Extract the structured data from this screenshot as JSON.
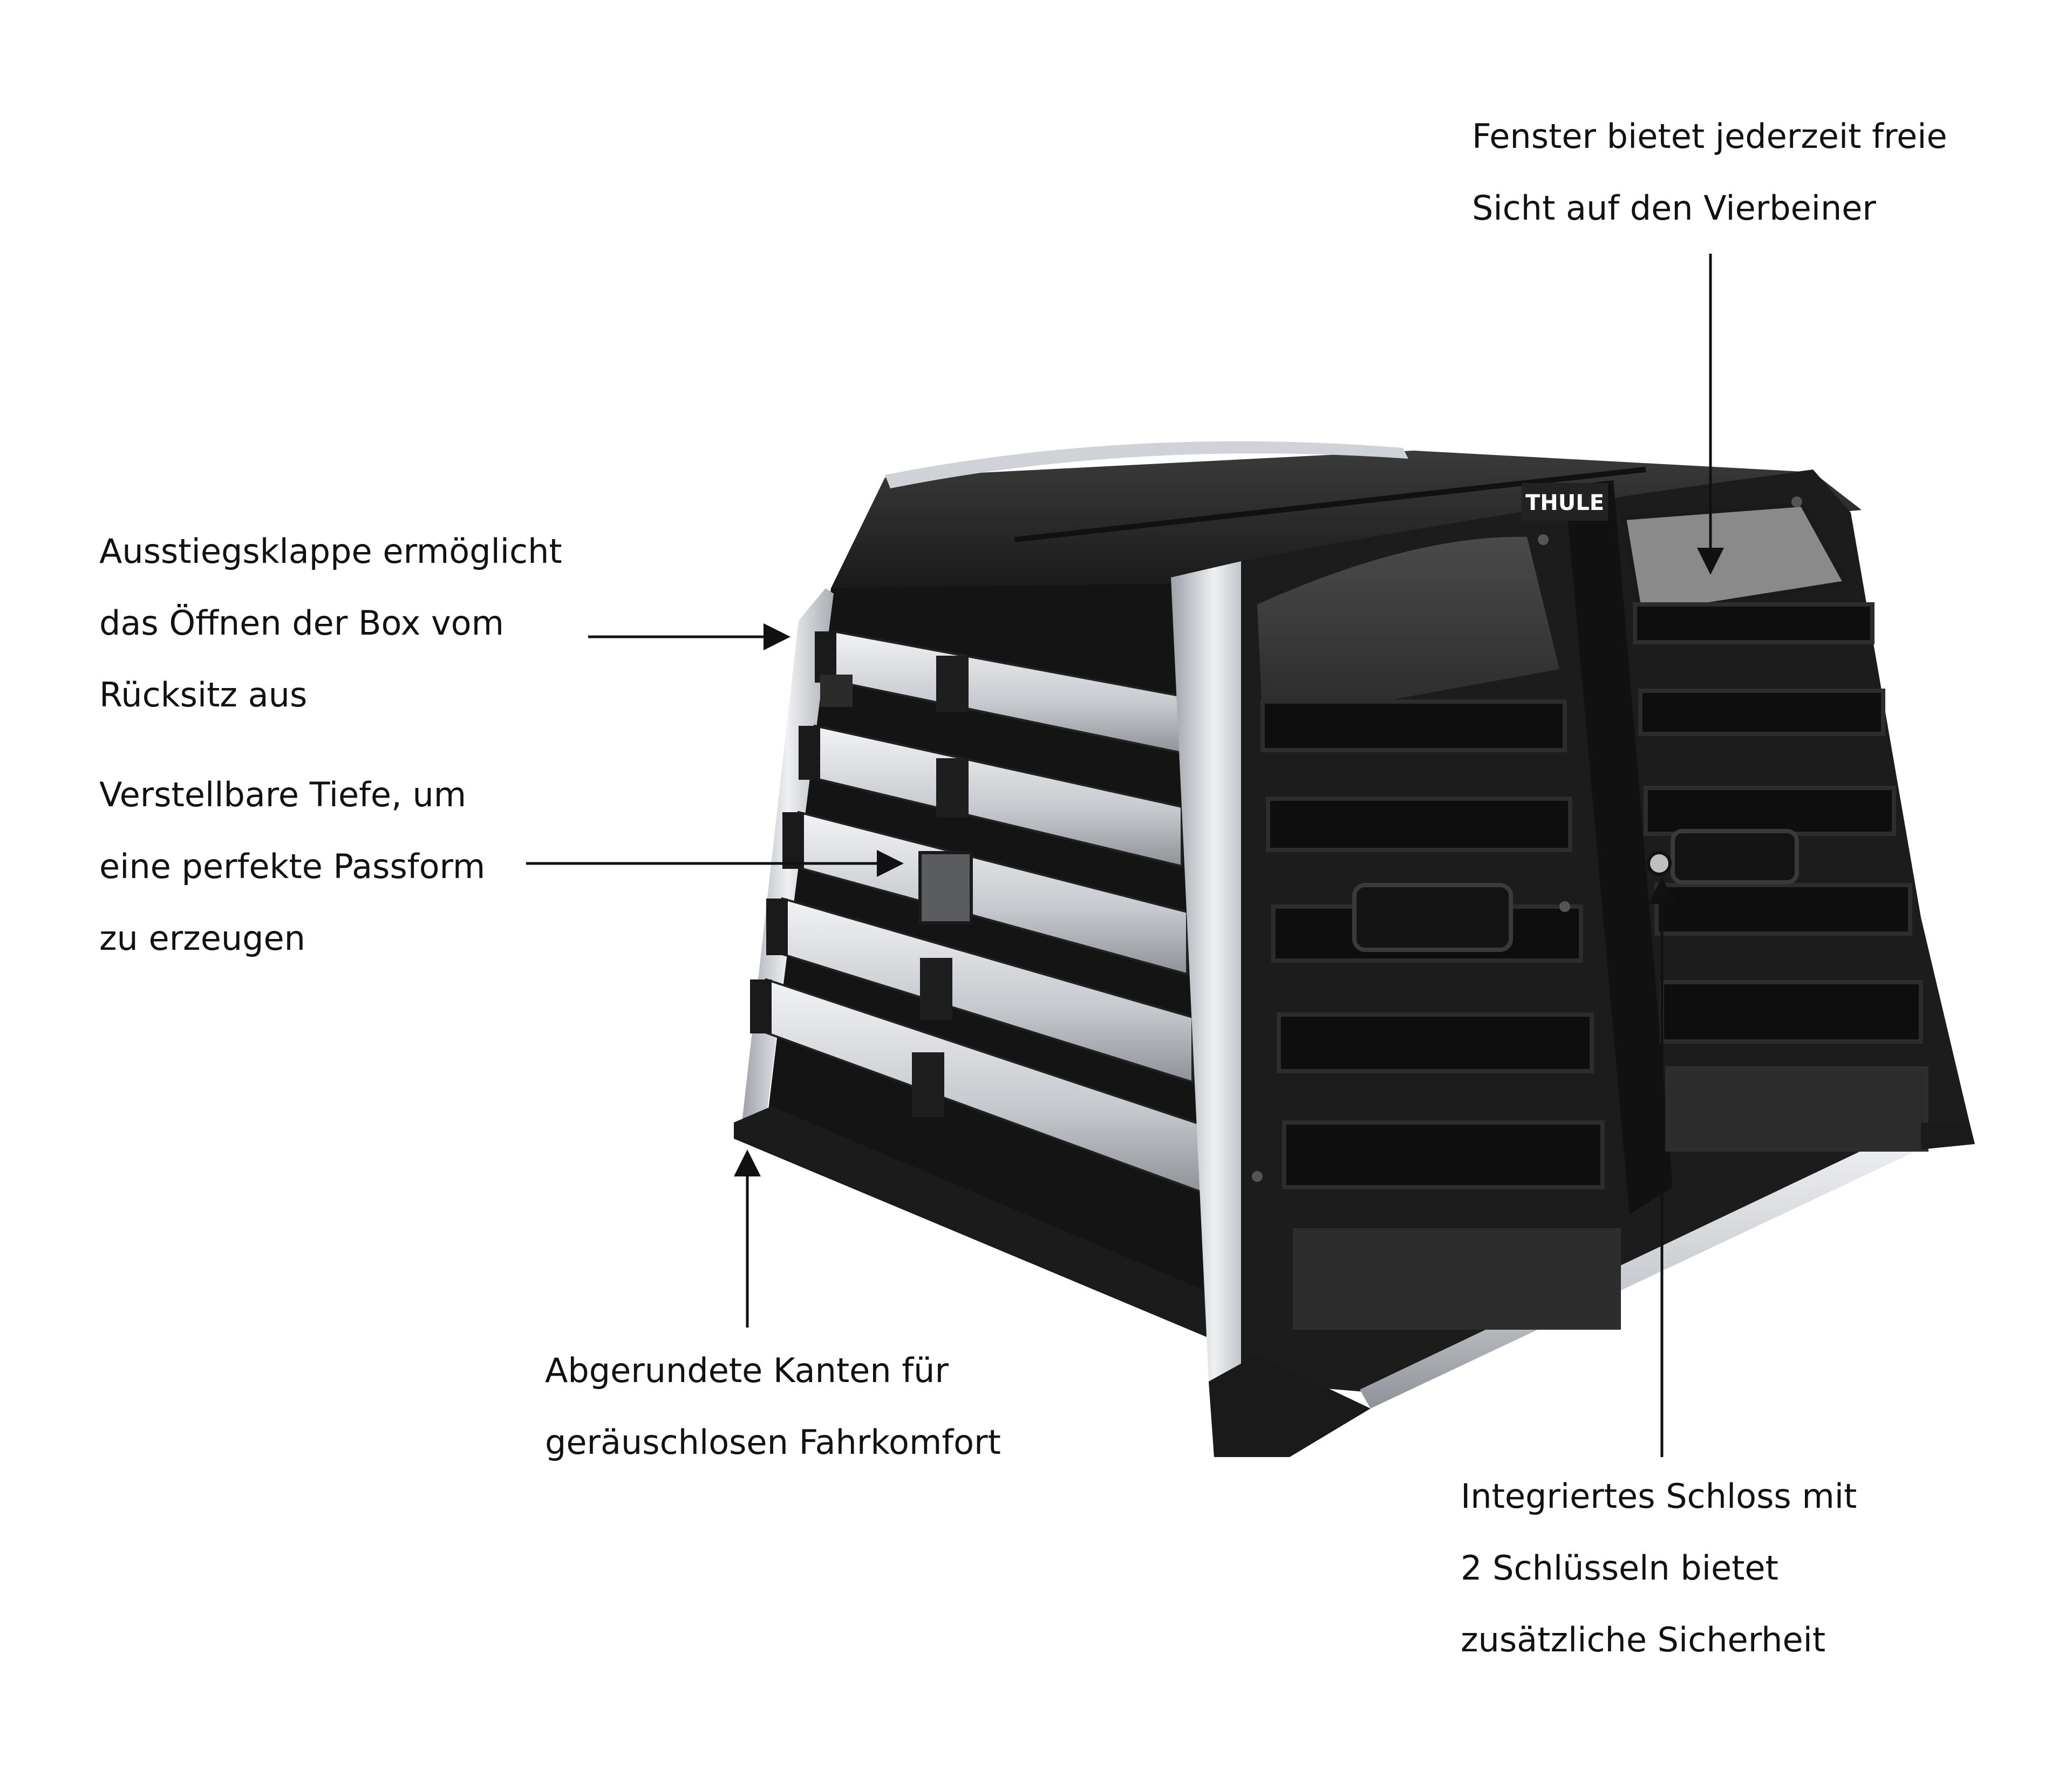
{
  "callouts": {
    "window": {
      "lines": [
        "Fenster bietet jederzeit freie",
        "Sicht auf den Vierbeiner"
      ]
    },
    "flap": {
      "lines": [
        "Ausstiegsklappe ermöglicht",
        "das Öffnen der Box vom",
        "Rücksitz aus"
      ]
    },
    "depth": {
      "lines": [
        "Verstellbare Tiefe, um",
        "eine perfekte Passform",
        "zu erzeugen"
      ]
    },
    "edges": {
      "lines": [
        "Abgerundete Kanten für",
        "geräuschlosen Fahrkomfort"
      ]
    },
    "lock": {
      "lines": [
        "Integriertes Schloss mit",
        "2 Schlüsseln bietet",
        "zusätzliche Sicherheit"
      ]
    }
  },
  "product": {
    "brand_logo": "THULE"
  },
  "colors": {
    "frame": "#1c1c1c",
    "aluminium": "#c9ccd0",
    "panel": "#3a3a3a",
    "text": "#111111"
  }
}
